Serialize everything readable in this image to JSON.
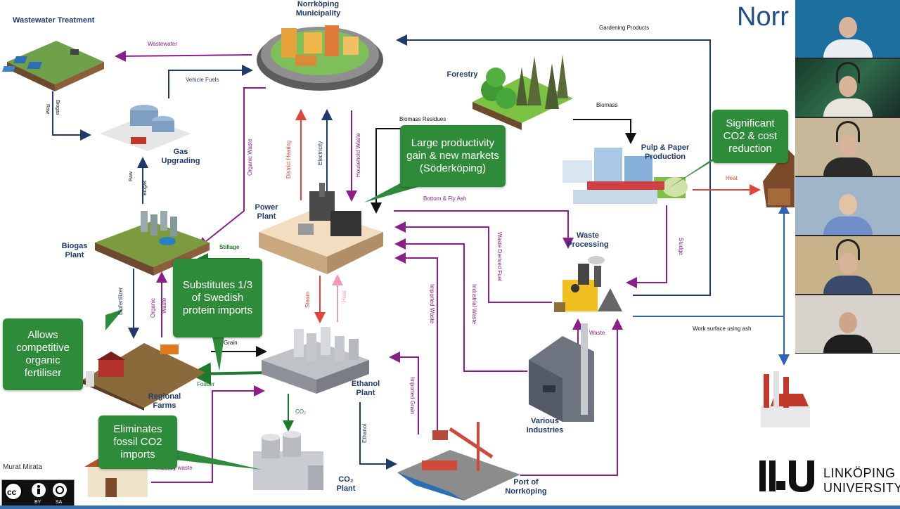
{
  "nodes": {
    "wastewater_treatment": "Wastewater Treatment",
    "municipality": "Norrköping\nMunicipality",
    "forestry": "Forestry",
    "gas_upgrading": "Gas\nUpgrading",
    "power_plant": "Power\nPlant",
    "pulp_paper": "Pulp & Paper\nProduction",
    "waste_processing": "Waste\nProcessing",
    "biogas_plant": "Biogas\nPlant",
    "ethanol_plant": "Ethanol\nPlant",
    "regional_farms": "Regional\nFarms",
    "various_industries": "Various\nIndustries",
    "co2_plant": "CO₂\nPlant",
    "port": "Port of\nNorrköping"
  },
  "flows": {
    "wastewater": "Wastewater",
    "gardening_products": "Gardening Products",
    "vehicle_fuels": "Vehicle Fuels",
    "raw_biogas_1": "Raw\nBiogas",
    "raw_biogas_2": "Raw\nBiogas",
    "organic_waste": "Organic Waste",
    "district_heating": "District Heating",
    "electricity": "Electricity",
    "household_waste": "Household Waste",
    "biomass_residues": "Biomass Residues",
    "biomass": "Biomass",
    "heat_right": "Heat",
    "bottom_fly_ash": "Bottom & Fly Ash",
    "waste_derived_fuel": "Waste Derived Fuel",
    "sludge": "Sludge",
    "stillage": "Stillage",
    "biofertilizer": "Biofertilizer",
    "organic_waste_2": "Organic\nWaste",
    "steam": "Steam",
    "heat_mid": "Heat",
    "imported_waste": "Imported Waste",
    "industrial_waste": "Industrial Waste",
    "grain": "Grain",
    "fodder": "Fodder",
    "co2": "CO₂",
    "imported_grain": "Imported Grain",
    "ethanol": "Ethanol",
    "waste": "Waste",
    "work_surface": "Work surface using ash",
    "industry_waste": "Industry waste"
  },
  "callouts": {
    "productivity": "Large productivity\ngain & new markets\n(Söderköping)",
    "co2_cost": "Significant\nCO2 & cost\nreduction",
    "protein": "Substitutes 1/3\nof Swedish\nprotein imports",
    "fertiliser": "Allows\ncompetitive\norganic\nfertiliser",
    "fossil": "Eliminates\nfossil CO2\nimports"
  },
  "slide": {
    "title_fragment": "Norr",
    "author": "Murat Mirata",
    "license_by": "BY",
    "license_sa": "SA",
    "university_line1": "LINKÖPING",
    "university_line2": "UNIVERSITY"
  },
  "colors": {
    "navy": "#1f3a6b",
    "purple": "#8a1f8a",
    "red": "#e0453a",
    "green": "#2e8b3a",
    "pink": "#f29bb6",
    "callout_green": "#2e8b3a"
  }
}
